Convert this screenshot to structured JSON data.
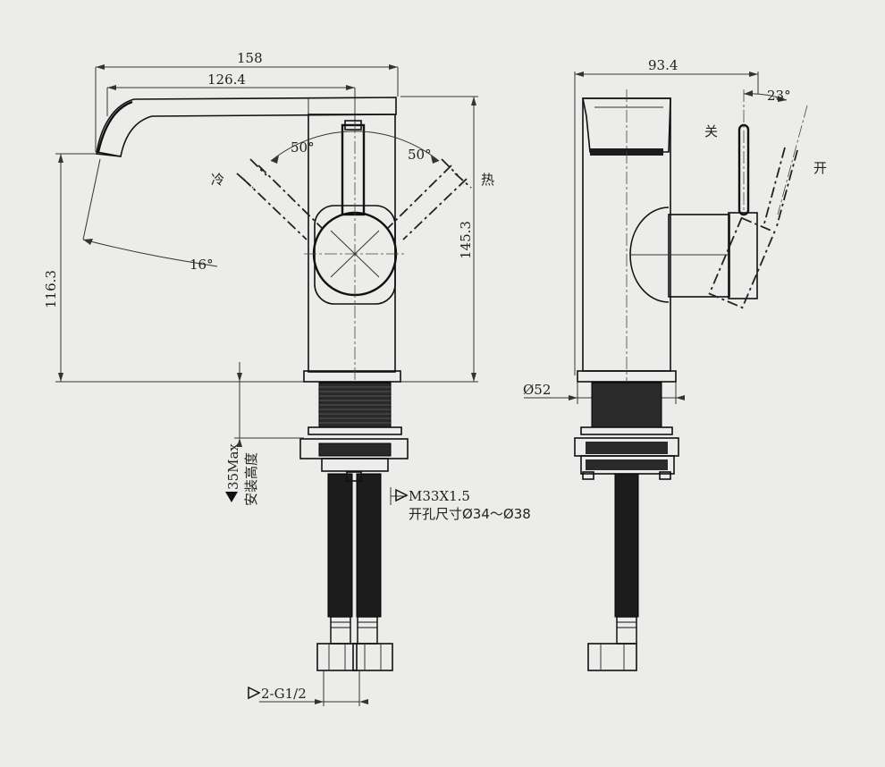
{
  "front_view": {
    "dim_total_width": "158",
    "dim_spout_reach": "126.4",
    "dim_spout_height": "116.3",
    "dim_total_height": "145.3",
    "angle_left": "50°",
    "angle_right": "50°",
    "angle_spout": "16°",
    "label_cold": "冷",
    "label_hot": "热",
    "dim_install_height": "35Max",
    "label_install_height": "安装高度",
    "thread_spec": "M33X1.5",
    "hole_size": "开孔尺寸Ø34～Ø38",
    "hose_connection": "2-G1/2"
  },
  "side_view": {
    "dim_depth": "93.4",
    "angle_lever": "23°",
    "label_off": "关",
    "label_on": "开",
    "dim_base_diameter": "Ø52"
  }
}
